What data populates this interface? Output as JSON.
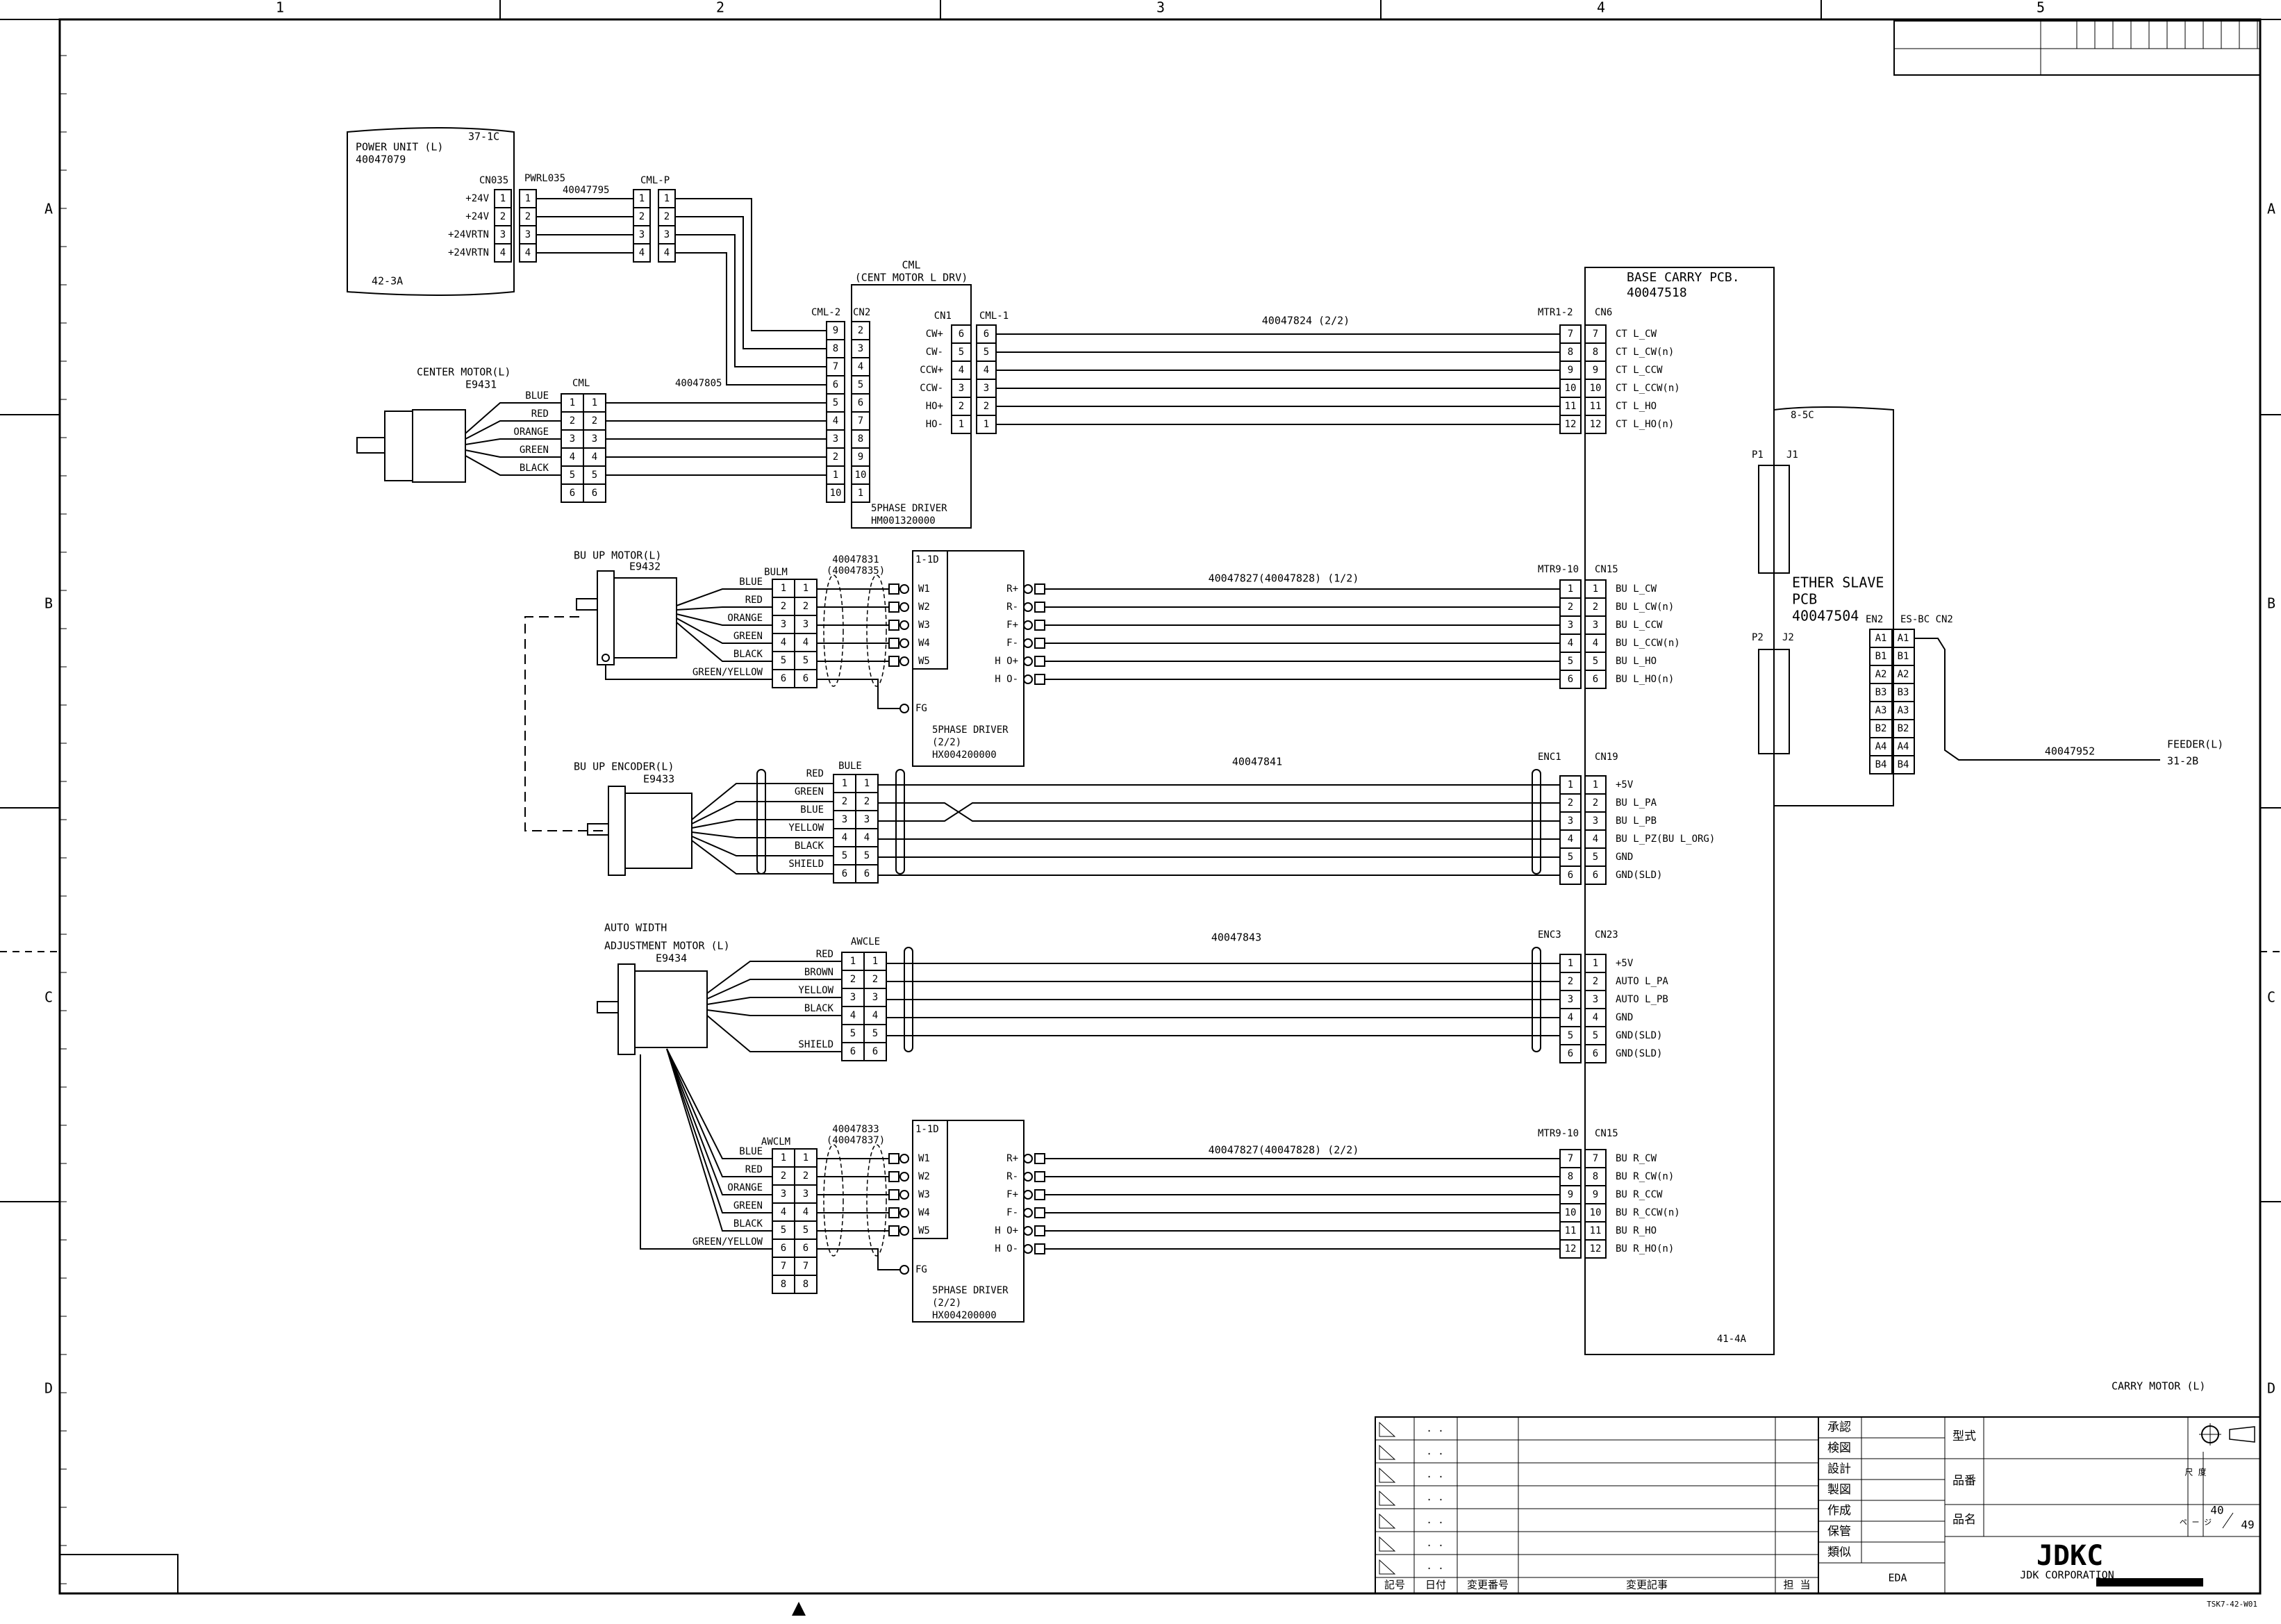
{
  "frame": {
    "columns": [
      "1",
      "2",
      "3",
      "4",
      "5"
    ],
    "rows": [
      "A",
      "B",
      "C",
      "D"
    ]
  },
  "power_unit": {
    "title": "POWER UNIT (L)",
    "part": "40047079",
    "ref_top": "37-1C",
    "ref_bottom": "42-3A",
    "conn_left": "CN035",
    "conn_mid": "PWRL035",
    "cable": "40047795",
    "conn_right": "CML-P",
    "signals": [
      "+24V",
      "+24V",
      "+24VRTN",
      "+24VRTN"
    ]
  },
  "cml_driver": {
    "label": "CML",
    "title": "(CENT MOTOR L DRV)",
    "left_header": "CML-2",
    "mid_header": "CN2",
    "left_pins": [
      "9",
      "8",
      "7",
      "6",
      "5",
      "4",
      "3",
      "2",
      "1",
      "10"
    ],
    "right_pins": [
      "2",
      "3",
      "4",
      "5",
      "6",
      "7",
      "8",
      "9",
      "10",
      "1"
    ],
    "cn1": "CN1",
    "cml1": "CML-1",
    "signals": [
      "CW+",
      "CW-",
      "CCW+",
      "CCW-",
      "HO+",
      "HO-"
    ],
    "cn1_pins": [
      "6",
      "5",
      "4",
      "3",
      "2",
      "1"
    ],
    "cml1_pins": [
      "6",
      "5",
      "4",
      "3",
      "2",
      "1"
    ],
    "footer1": "5PHASE DRIVER",
    "footer2": "HM001320000"
  },
  "center_motor": {
    "title": "CENTER MOTOR(L)",
    "part": "E9431",
    "conn": "CML",
    "cable": "40047805",
    "wires": [
      "BLUE",
      "RED",
      "ORANGE",
      "GREEN",
      "BLACK"
    ],
    "pins": [
      "1",
      "2",
      "3",
      "4",
      "5",
      "6"
    ]
  },
  "base_pcb": {
    "title": "BASE CARRY PCB.",
    "part": "40047518",
    "ref": "41-4A",
    "cable_cn6": "40047824 (2/2)",
    "mtr12": "MTR1-2",
    "cn6": "CN6",
    "cn6_pins": [
      "7",
      "8",
      "9",
      "10",
      "11",
      "12"
    ],
    "cn6_signals": [
      "CT L_CW",
      "CT L_CW(n)",
      "CT L_CCW",
      "CT L_CCW(n)",
      "CT L_HO",
      "CT L_HO(n)"
    ],
    "cn15_top_cable": "40047827(40047828) (1/2)",
    "mtr910": "MTR9-10",
    "cn15": "CN15",
    "cn15_top_pins": [
      "1",
      "2",
      "3",
      "4",
      "5",
      "6"
    ],
    "cn15_top_signals": [
      "BU L_CW",
      "BU L_CW(n)",
      "BU L_CCW",
      "BU L_CCW(n)",
      "BU L_HO",
      "BU L_HO(n)"
    ],
    "enc1": "ENC1",
    "cn19": "CN19",
    "cn19_cable": "40047841",
    "cn19_pins": [
      "1",
      "2",
      "3",
      "4",
      "5",
      "6"
    ],
    "cn19_signals": [
      "+5V",
      "BU L_PA",
      "BU L_PB",
      "BU L_PZ(BU L_ORG)",
      "GND",
      "GND(SLD)"
    ],
    "enc3": "ENC3",
    "cn23": "CN23",
    "cn23_cable": "40047843",
    "cn23_pins": [
      "1",
      "2",
      "3",
      "4",
      "5",
      "6"
    ],
    "cn23_signals": [
      "+5V",
      "AUTO L_PA",
      "AUTO L_PB",
      "GND",
      "GND(SLD)",
      "GND(SLD)"
    ],
    "cn15_bot_cable": "40047827(40047828) (2/2)",
    "cn15_bot_pins": [
      "7",
      "8",
      "9",
      "10",
      "11",
      "12"
    ],
    "cn15_bot_signals": [
      "BU R_CW",
      "BU R_CW(n)",
      "BU R_CCW",
      "BU R_CCW(n)",
      "BU R_HO",
      "BU R_HO(n)"
    ]
  },
  "ether_slave": {
    "ref": "8-5C",
    "p1": "P1",
    "j1": "J1",
    "p2": "P2",
    "j2": "J2",
    "line1": "ETHER SLAVE",
    "line2": "PCB",
    "line3": "40047504",
    "en2": "EN2",
    "esbc": "ES-BC CN2",
    "pins": [
      "A1",
      "B1",
      "A2",
      "B3",
      "A3",
      "B2",
      "A4",
      "B4"
    ],
    "cable": "40047952",
    "feeder": "FEEDER(L)",
    "feeder_ref": "31-2B"
  },
  "bu_motor": {
    "title": "BU UP MOTOR(L)",
    "part": "E9432",
    "conn": "BULM",
    "cable1": "40047831",
    "cable2": "(40047835)",
    "driver_ref": "1-1D",
    "wires": [
      "BLUE",
      "RED",
      "ORANGE",
      "GREEN",
      "BLACK",
      "GREEN/YELLOW"
    ],
    "pins": [
      "1",
      "2",
      "3",
      "4",
      "5",
      "6"
    ],
    "w": [
      "W1",
      "W2",
      "W3",
      "W4",
      "W5"
    ],
    "fg": "FG",
    "drv_signals": [
      "R+",
      "R-",
      "F+",
      "F-",
      "H O+",
      "H O-"
    ],
    "footer1": "5PHASE DRIVER",
    "footer2": "(2/2)",
    "footer3": "HX004200000"
  },
  "bu_encoder": {
    "title": "BU UP ENCODER(L)",
    "part": "E9433",
    "conn": "BULE",
    "wires": [
      "RED",
      "GREEN",
      "BLUE",
      "YELLOW",
      "BLACK",
      "SHIELD"
    ],
    "pins": [
      "1",
      "2",
      "3",
      "4",
      "5",
      "6"
    ]
  },
  "auto_width": {
    "title1": "AUTO WIDTH",
    "title2": "ADJUSTMENT MOTOR (L)",
    "part": "E9434",
    "conn": "AWCLE",
    "wires": [
      "RED",
      "BROWN",
      "YELLOW",
      "BLACK",
      "SHIELD"
    ],
    "pins": [
      "1",
      "2",
      "3",
      "4",
      "5",
      "6"
    ]
  },
  "aw_motor": {
    "conn": "AWCLM",
    "cable1": "40047833",
    "cable2": "(40047837)",
    "driver_ref": "1-1D",
    "wires": [
      "BLUE",
      "RED",
      "ORANGE",
      "GREEN",
      "BLACK",
      "GREEN/YELLOW"
    ],
    "pins": [
      "1",
      "2",
      "3",
      "4",
      "5",
      "6",
      "7",
      "8"
    ],
    "w": [
      "W1",
      "W2",
      "W3",
      "W4",
      "W5"
    ],
    "fg": "FG",
    "drv_signals": [
      "R+",
      "R-",
      "F+",
      "F-",
      "H O+",
      "H O-"
    ],
    "footer1": "5PHASE DRIVER",
    "footer2": "(2/2)",
    "footer3": "HX004200000"
  },
  "title_block": {
    "sheet_title": "CARRY MOTOR (L)",
    "dots": ". .",
    "rev_headers": [
      "記号",
      "日付",
      "変更番号",
      "変更記事",
      "担 当"
    ],
    "roles": [
      "承認",
      "検図",
      "設計",
      "製図",
      "作成",
      "保管",
      "類似"
    ],
    "type_label": "型式",
    "part_label": "品番",
    "name_label": "品名",
    "scale_label": "尺 度",
    "page_label": "ペ ー ジ",
    "page": "40",
    "total": "49",
    "eda": "EDA",
    "logo": "JDKC",
    "company": "JDK CORPORATION",
    "form": "TSK7-42-W01"
  }
}
